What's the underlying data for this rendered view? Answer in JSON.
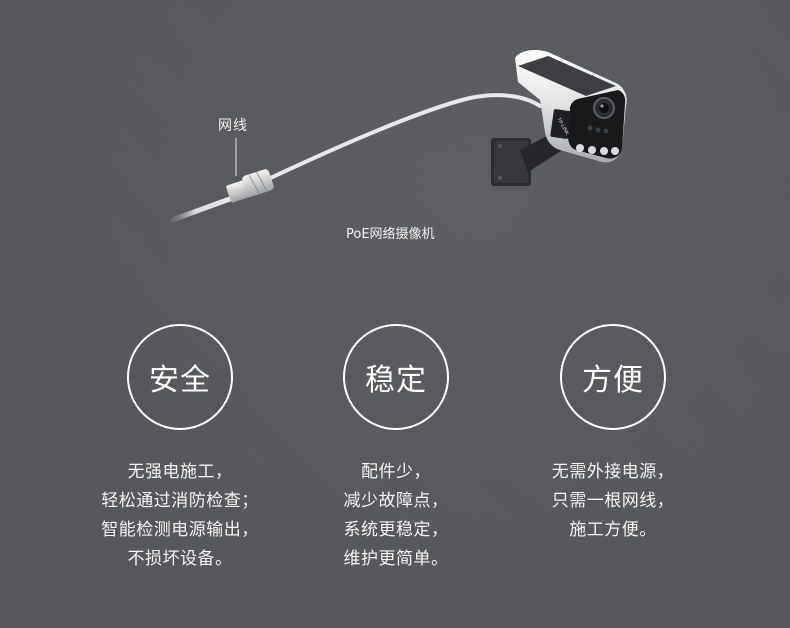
{
  "illustration": {
    "cable_label": "网线",
    "camera_label": "PoE网络摄像机",
    "camera_brand": "TP-LINK"
  },
  "features": [
    {
      "title": "安全",
      "lines": [
        "无强电施工，",
        "轻松通过消防检查；",
        "智能检测电源输出，",
        "不损坏设备。"
      ]
    },
    {
      "title": "稳定",
      "lines": [
        "配件少，",
        "减少故障点，",
        "系统更稳定，",
        "维护更简单。"
      ]
    },
    {
      "title": "方便",
      "lines": [
        "无需外接电源，",
        "只需一根网线，",
        "施工方便。"
      ]
    }
  ],
  "colors": {
    "background": "#55585b",
    "foreground": "#ffffff",
    "camera_body": "#e9eaeb",
    "camera_dark": "#202225"
  }
}
